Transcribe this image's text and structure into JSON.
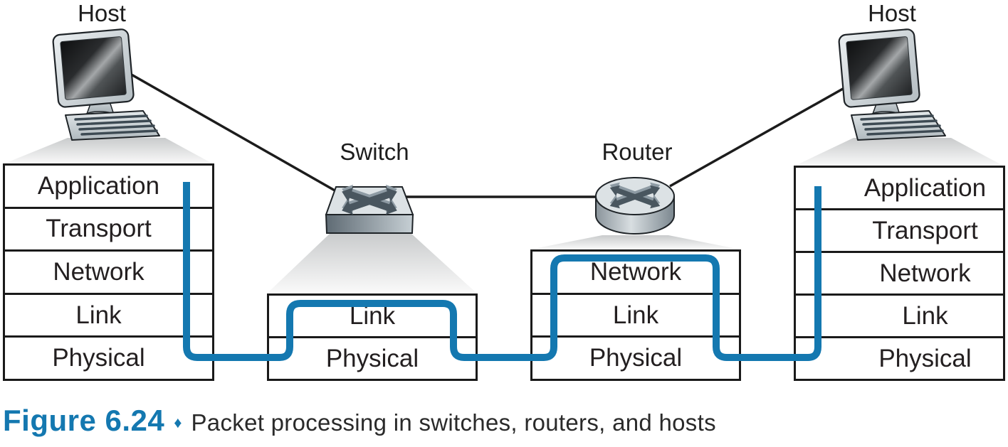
{
  "caption": {
    "label": "Figure 6.24",
    "separator": "♦",
    "text": "Packet processing in switches, routers, and hosts"
  },
  "devices": {
    "host_left": {
      "label": "Host"
    },
    "switch": {
      "label": "Switch"
    },
    "router": {
      "label": "Router"
    },
    "host_right": {
      "label": "Host"
    }
  },
  "stacks": {
    "host_left": {
      "layers": [
        "Application",
        "Transport",
        "Network",
        "Link",
        "Physical"
      ]
    },
    "switch": {
      "layers": [
        "Link",
        "Physical"
      ]
    },
    "router": {
      "layers": [
        "Network",
        "Link",
        "Physical"
      ]
    },
    "host_right": {
      "layers": [
        "Application",
        "Transport",
        "Network",
        "Link",
        "Physical"
      ]
    }
  },
  "colors": {
    "packet_path": "#1478B0",
    "caption_accent": "#1478B0",
    "diagram_line": "#1c1c1c"
  }
}
